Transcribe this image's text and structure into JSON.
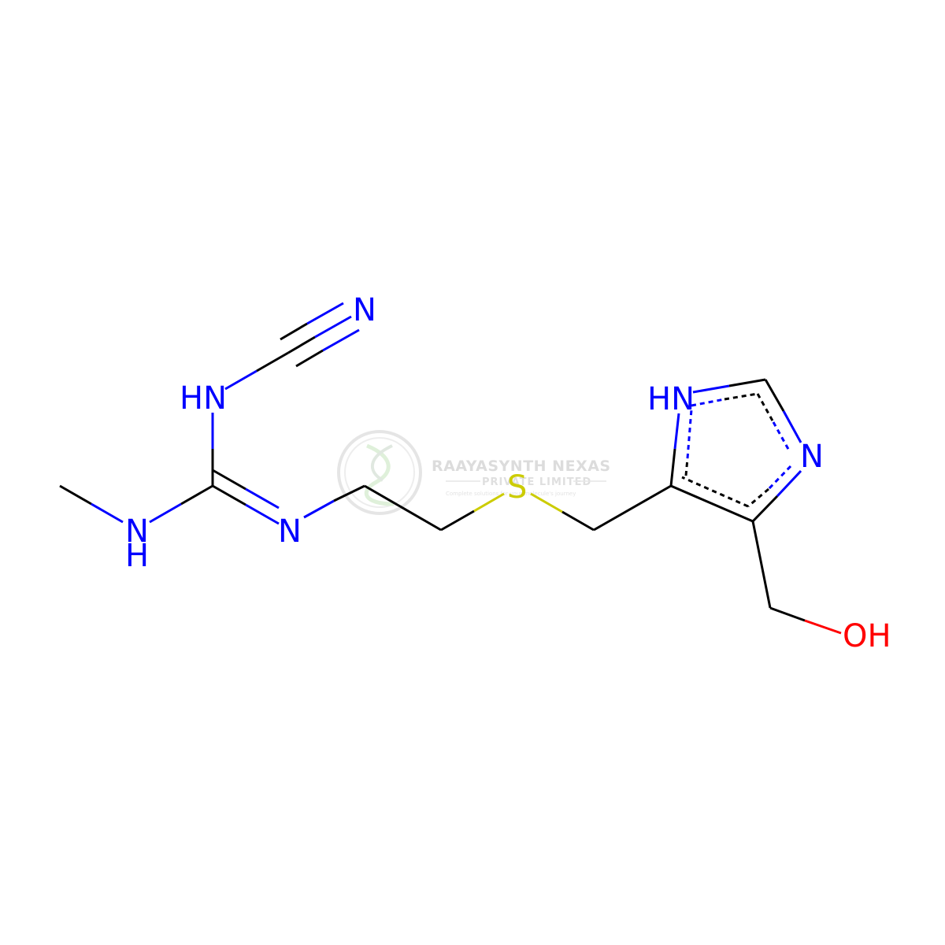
{
  "colors": {
    "carbon": "#000000",
    "nitrogen": "#0000FF",
    "sulfur": "#CCCC00",
    "oxygen": "#FF0000",
    "watermark": "#d6d6d6"
  },
  "watermark": {
    "title": "RAAYASYNTH NEXAS",
    "subtitle": "PRIVATE LIMITED",
    "tagline": "Complete solutions for your molecule's journey"
  },
  "atoms": {
    "n_nitrile": "N",
    "nh_cyanoimino": "HN",
    "nh_methylamino": "N",
    "nh_methylamino_h": "H",
    "n_imine": "N",
    "s_thioether": "S",
    "nh_imidazole": "HN",
    "n_imidazole": "N",
    "oh_hydroxyl": "OH"
  }
}
